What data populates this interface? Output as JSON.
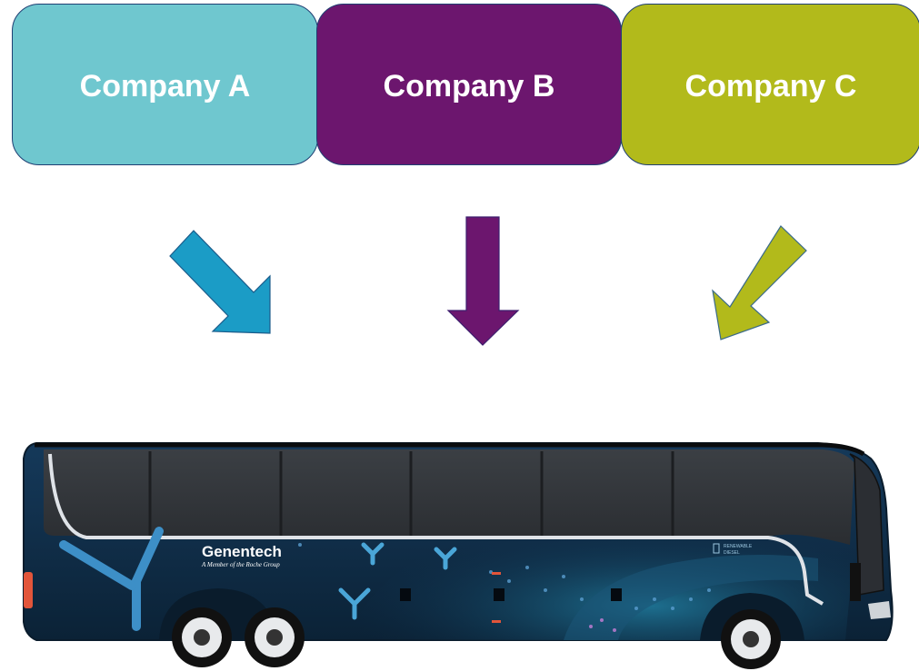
{
  "companies": [
    {
      "label": "Company A",
      "color": "#6fc7cf"
    },
    {
      "label": "Company B",
      "color": "#6c166e"
    },
    {
      "label": "Company C",
      "color": "#b2ba1b"
    }
  ],
  "arrows": [
    {
      "from": "Company A",
      "direction": "down-right",
      "color": "#1b9cc6"
    },
    {
      "from": "Company B",
      "direction": "down",
      "color": "#6c166e"
    },
    {
      "from": "Company C",
      "direction": "down-left",
      "color": "#b2ba1b"
    }
  ],
  "bus": {
    "brand": "Genentech",
    "tagline": "A Member of the Roche Group",
    "badge_line1": "RENEWABLE",
    "badge_line2": "DIESEL",
    "body_color": "#0e2a45"
  }
}
